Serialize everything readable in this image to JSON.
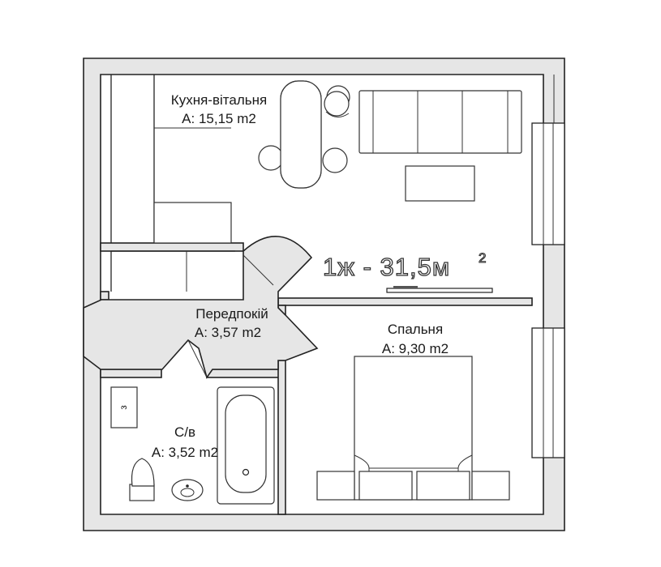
{
  "unit": {
    "title": "1ж - 31,5м",
    "title_sup": "2"
  },
  "rooms": {
    "kitchen": {
      "name": "Кухня-вітальня",
      "area": "А: 15,15 m2"
    },
    "hall": {
      "name": "Передпокій",
      "area": "А: 3,57 m2"
    },
    "bedroom": {
      "name": "Спальня",
      "area": "А: 9,30 m2"
    },
    "bathroom": {
      "name": "С/в",
      "area": "А: 3,52 m2"
    }
  },
  "appliances": {
    "boiler_label": "з"
  }
}
